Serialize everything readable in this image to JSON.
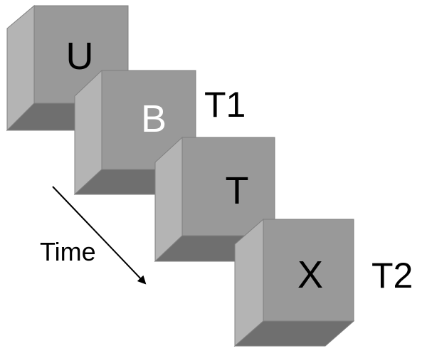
{
  "stream": {
    "items": [
      {
        "letter": "U",
        "letter_color": "#000000"
      },
      {
        "letter": "B",
        "letter_color": "#ffffff"
      },
      {
        "letter": "T",
        "letter_color": "#000000"
      },
      {
        "letter": "X",
        "letter_color": "#000000"
      }
    ]
  },
  "labels": {
    "t1": "T1",
    "t2": "T2",
    "time": "Time"
  },
  "colors": {
    "face_front": "#999999",
    "face_side": "#b4b4b4",
    "face_bottom": "#6f6f6f",
    "edge": "#808080",
    "arrow": "#000000"
  }
}
